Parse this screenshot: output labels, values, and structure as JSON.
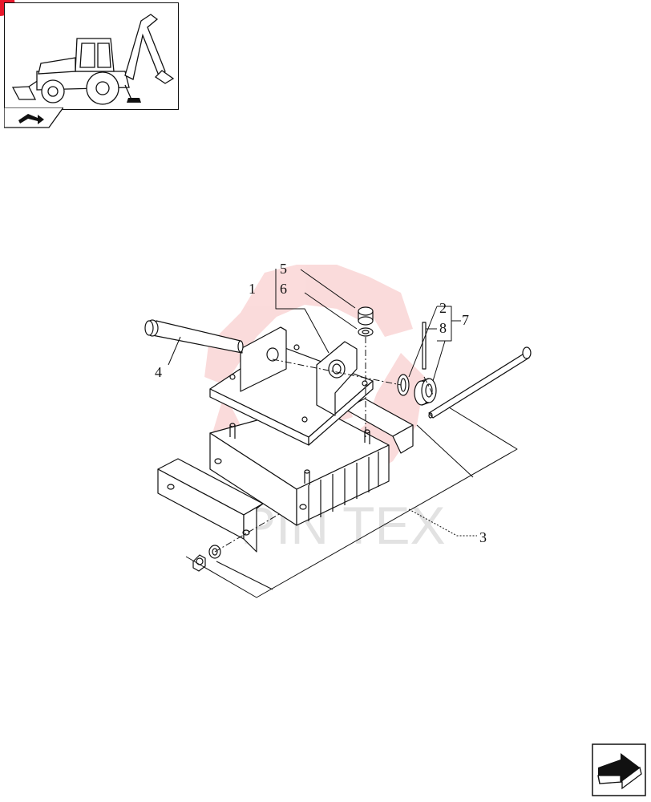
{
  "thumbnail": {
    "icon": "backhoe-loader-thumbnail",
    "tab_icon": "section-arrow-icon"
  },
  "watermark": {
    "text": "PIN TEX",
    "color": "#f08080"
  },
  "callouts": [
    "1",
    "2",
    "3",
    "4",
    "5",
    "6",
    "7",
    "8"
  ],
  "navigation": {
    "next_icon": "next-page-arrow-icon"
  },
  "colors": {
    "accent": "#e8192c",
    "line": "#111111"
  }
}
